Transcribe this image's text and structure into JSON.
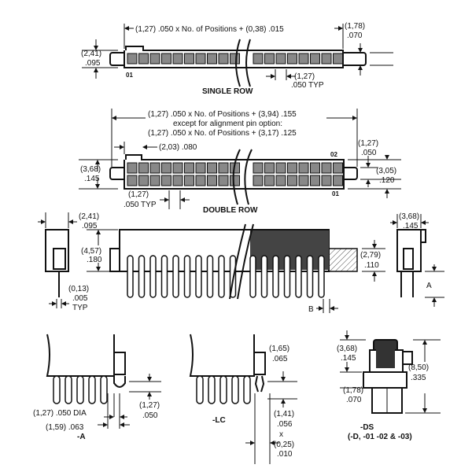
{
  "single_row": {
    "length_dim": "(1,27) .050 x No. of Positions + (0,38) .015",
    "end_mm": "(1,78)",
    "end_in": ".070",
    "height_mm": "(2,41)",
    "height_in": ".095",
    "pos_label": "01",
    "pitch_mm": "(1,27)",
    "pitch_in": ".050 TYP",
    "title": "SINGLE ROW"
  },
  "double_row": {
    "length_line1": "(1,27) .050 x No. of Positions + (3,94) .155",
    "length_line2": "except for alignment pin option:",
    "length_line3": "(1,27) .050 x No. of Positions + (3,17) .125",
    "offset_dim": "(2,03) .080",
    "end_mm": "(1,27)",
    "end_in": ".050",
    "height_mm": "(3,68)",
    "height_in": ".145",
    "tab_mm": "(3,05)",
    "tab_in": ".120",
    "pos_top": "02",
    "pos_bottom": "01",
    "pitch_mm": "(1,27)",
    "pitch_in": ".050 TYP",
    "title": "DOUBLE ROW"
  },
  "side_view": {
    "width_mm": "(2,41)",
    "width_in": ".095",
    "height_mm": "(4,57)",
    "height_in": ".180",
    "pin_mm": "(0,13)",
    "pin_in": ".005",
    "pin_typ": "TYP",
    "tab_mm": "(2,79)",
    "tab_in": ".110",
    "b_label": "B",
    "a_label": "A",
    "end_mm": "(3,68)",
    "end_in": ".145"
  },
  "option_a": {
    "dia": "(1,27) .050 DIA",
    "offset": "(1,59) .063",
    "pin_mm": "(1,27)",
    "pin_in": ".050",
    "title": "-A"
  },
  "option_lc": {
    "top_mm": "(1,65)",
    "top_in": ".065",
    "w_mm": "(1,41)",
    "w_in": ".056",
    "x": "x",
    "t_mm": "(0,25)",
    "t_in": ".010",
    "title": "-LC"
  },
  "option_ds": {
    "top_mm": "(3,68)",
    "top_in": ".145",
    "total_mm": "(8,50)",
    "total_in": ".335",
    "flange_mm": "(1,78)",
    "flange_in": ".070",
    "title": "-DS",
    "subtitle": "(-D, -01 -02 & -03)"
  }
}
